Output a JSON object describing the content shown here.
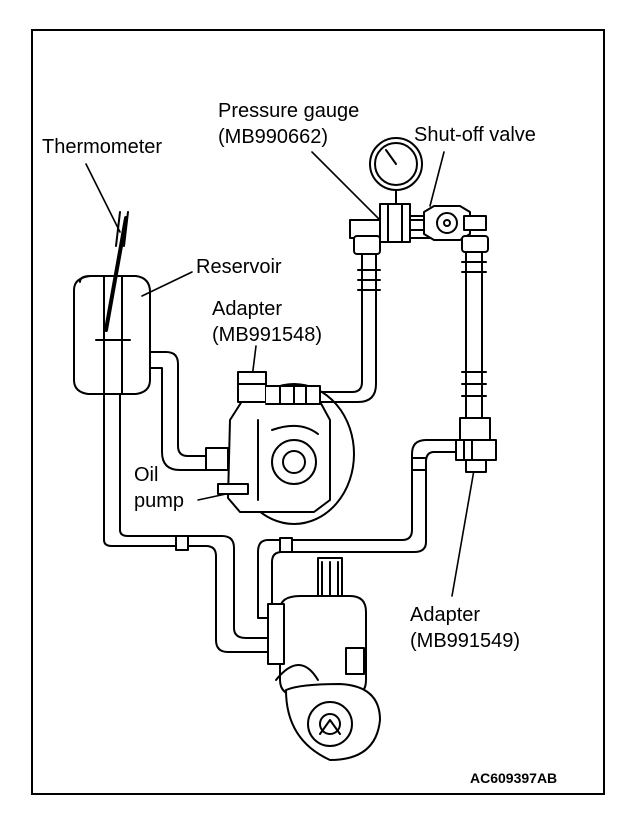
{
  "labels": {
    "thermometer": "Thermometer",
    "pressure_gauge_line1": "Pressure gauge",
    "pressure_gauge_line2": "(MB990662)",
    "shutoff_valve": "Shut-off valve",
    "reservoir": "Reservoir",
    "adapter_top_line1": "Adapter",
    "adapter_top_line2": "(MB991548)",
    "oil_pump_line1": "Oil",
    "oil_pump_line2": "pump",
    "adapter_right_line1": "Adapter",
    "adapter_right_line2": "(MB991549)"
  },
  "figure_code": "AC609397AB",
  "colors": {
    "line": "#000000",
    "background": "#ffffff"
  }
}
